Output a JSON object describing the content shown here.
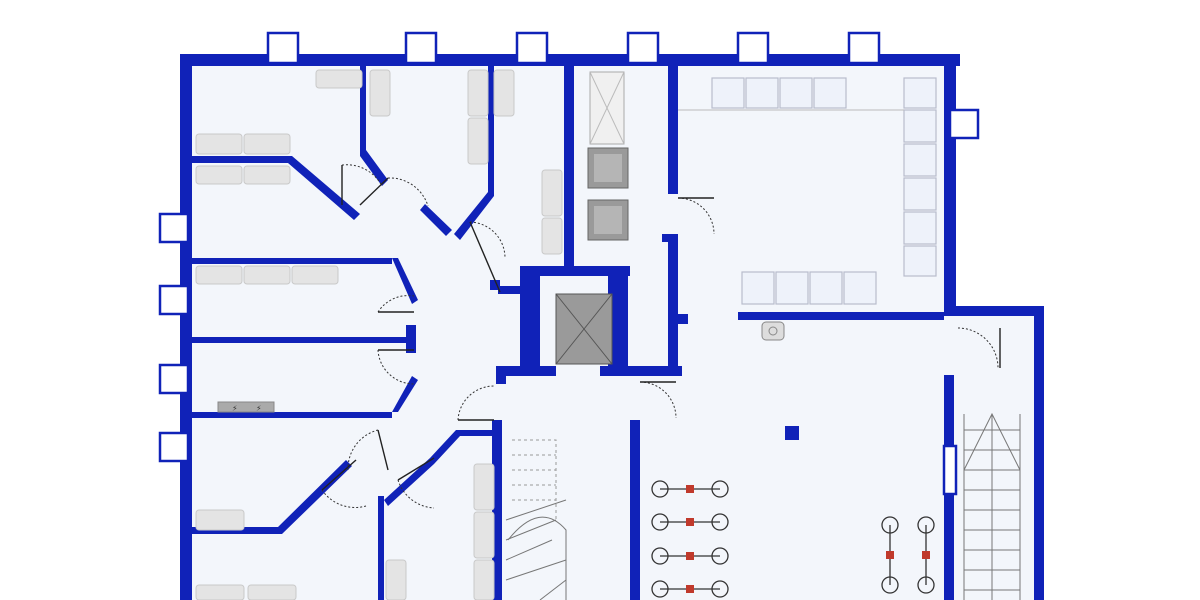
{
  "floor_plan": {
    "colors": {
      "wall": "#1022b8",
      "floor": "#f3f6fb",
      "furniture": "#e4e4e4",
      "seating": "#eef2fa"
    },
    "elements": [
      "exterior-wall",
      "windows",
      "interior-walls",
      "doors",
      "elevator",
      "staircase-left",
      "staircase-right",
      "bike-parking",
      "seating-area",
      "kitchen-units",
      "column"
    ],
    "icons": [
      "electrical-panel-icon",
      "bicycle-icon",
      "elevator-icon",
      "stair-icon"
    ],
    "credit_text": ""
  }
}
